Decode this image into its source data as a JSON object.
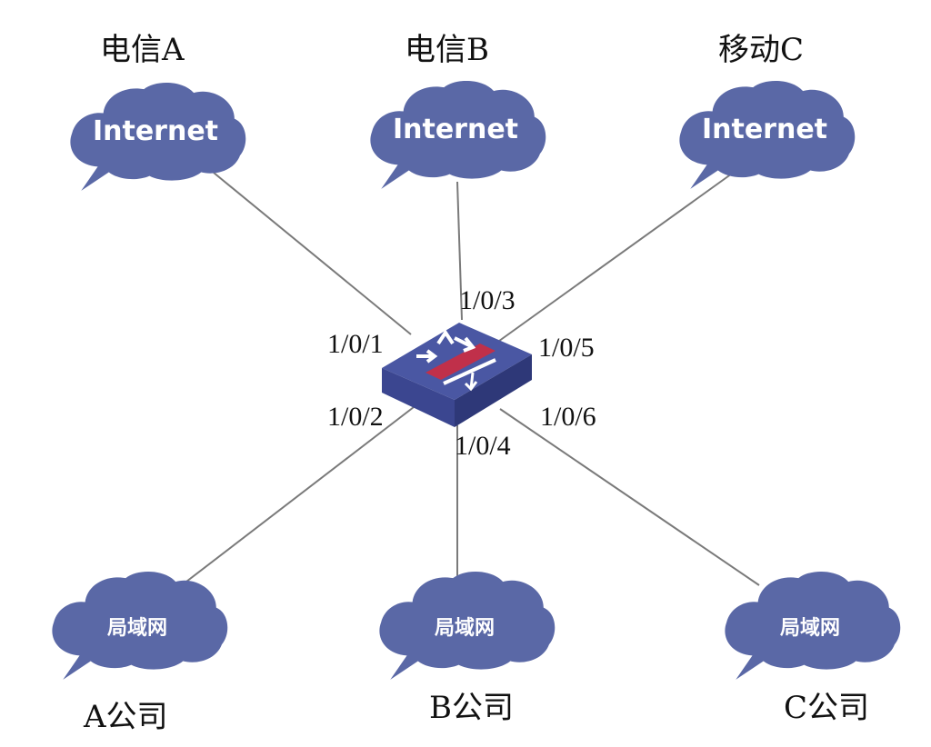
{
  "colors": {
    "cloud": "#5a68a6",
    "cloud_text": "#ffffff",
    "link": "#7a7a7a",
    "switch_top": "#4a57a3",
    "switch_side": "#2e3878",
    "switch_red": "#c0304a"
  },
  "top_nodes": [
    {
      "name": "电信A",
      "cloud_text": "Internet",
      "port": "1/0/1"
    },
    {
      "name": "电信B",
      "cloud_text": "Internet",
      "port": "1/0/3"
    },
    {
      "name": "移动C",
      "cloud_text": "Internet",
      "port": "1/0/5"
    }
  ],
  "bottom_nodes": [
    {
      "name": "A公司",
      "cloud_text": "局域网",
      "port": "1/0/2"
    },
    {
      "name": "B公司",
      "cloud_text": "局域网",
      "port": "1/0/4"
    },
    {
      "name": "C公司",
      "cloud_text": "局域网",
      "port": "1/0/6"
    }
  ],
  "switch": {
    "icon": "firewall-switch-icon"
  }
}
